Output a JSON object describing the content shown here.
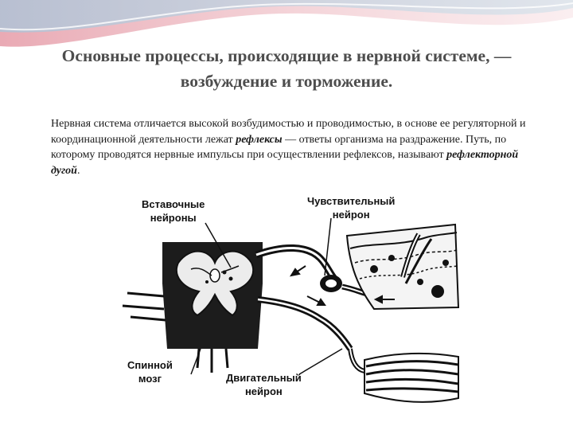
{
  "slide": {
    "title": "Основные процессы, происходящие в нервной системе, — возбуждение и торможение.",
    "title_period": ".",
    "paragraph": {
      "part1": "Нервная система отличается высокой возбудимостью и проводимостью, в основе ее регуляторной и координационной деятельности лежат ",
      "term1": "рефлексы",
      "part2": " — ответы организма на раздражение. Путь, по которому проводятся нервные импульсы при осуществлении рефлексов, называют ",
      "term2": "рефлекторной дугой",
      "part3": "."
    }
  },
  "diagram": {
    "labels": {
      "interneurons_line1": "Вставочные",
      "interneurons_line2": "нейроны",
      "sensory_line1": "Чувствительный",
      "sensory_line2": "нейрон",
      "spinal_line1": "Спинной",
      "spinal_line2": "мозг",
      "motor_line1": "Двигательный",
      "motor_line2": "нейрон"
    }
  },
  "colors": {
    "title": "#4d4d4d",
    "text": "#1a1a1a",
    "wave_pink": "#e8a5b0",
    "wave_blue": "#a9c6da"
  }
}
